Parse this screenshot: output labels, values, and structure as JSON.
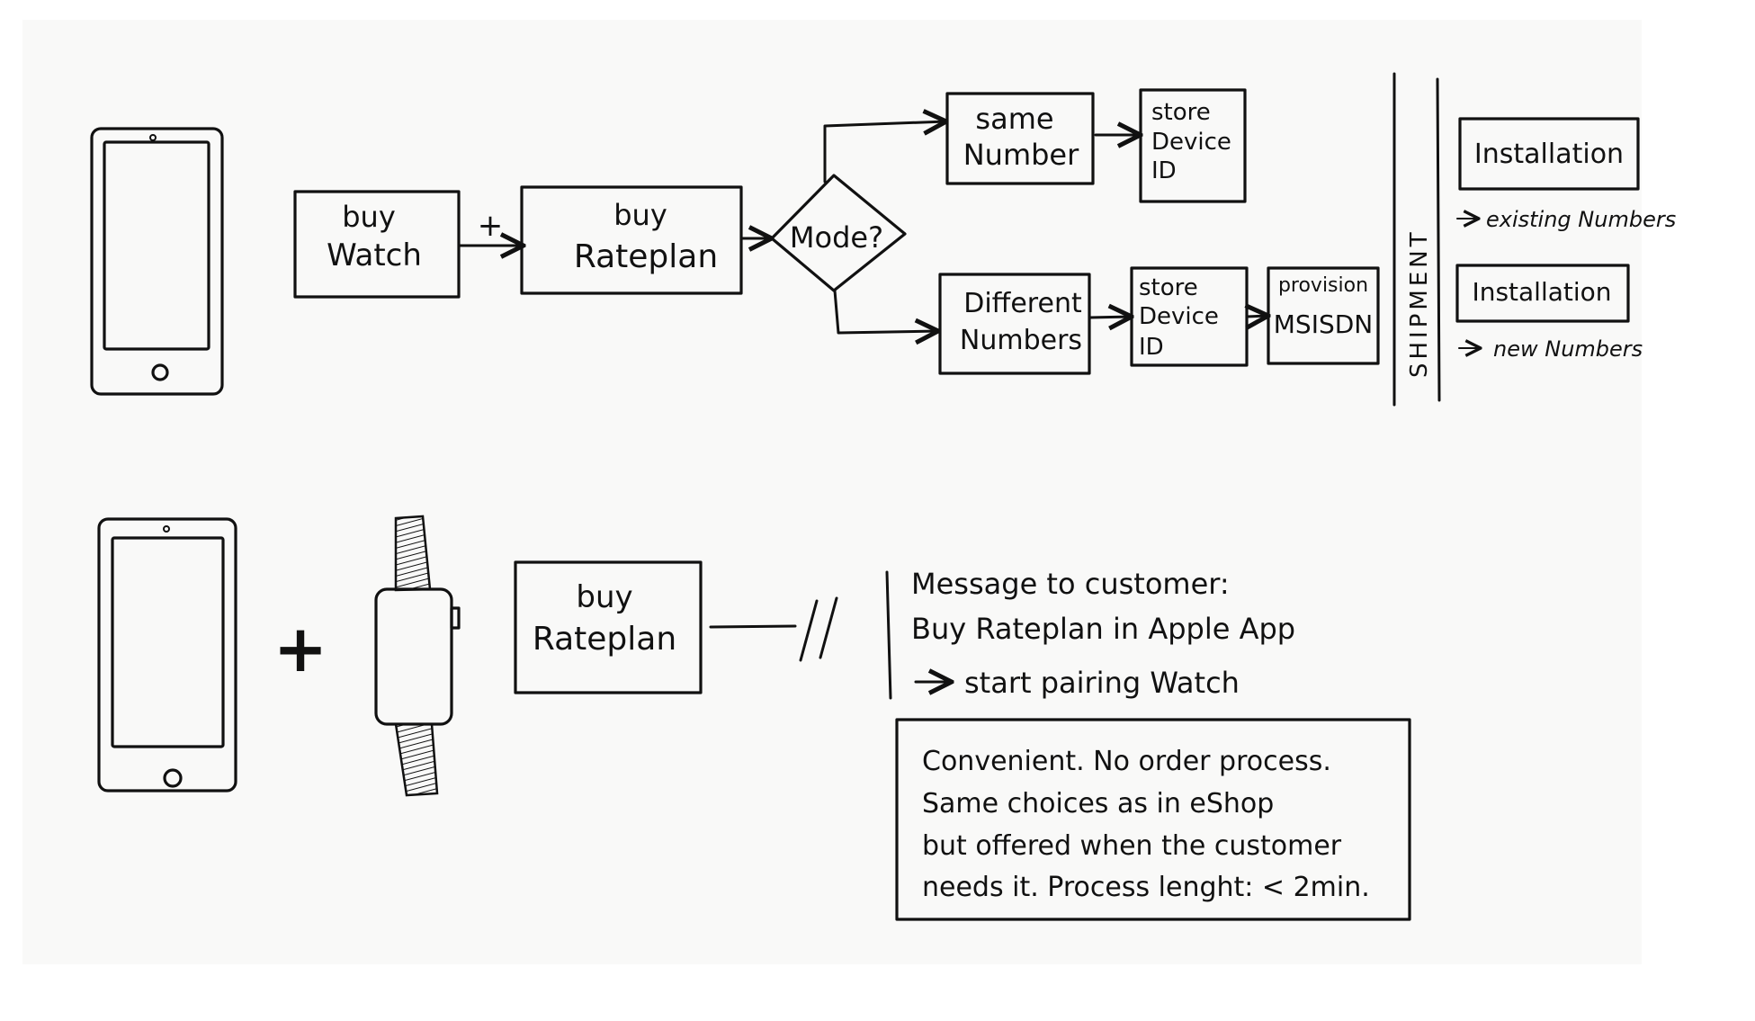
{
  "diagram": {
    "flow_top": {
      "buy_watch": [
        "buy",
        "Watch"
      ],
      "plus": "+",
      "buy_rateplan": [
        "buy",
        "Rateplan"
      ],
      "mode": "Mode?",
      "same_number": [
        "same",
        "Number"
      ],
      "store_device_id_1": [
        "store",
        "Device",
        "ID"
      ],
      "different_numbers": [
        "Different",
        "Numbers"
      ],
      "store_device_id_2": [
        "store",
        "Device",
        "ID"
      ],
      "provision": [
        "provision",
        "MSISDN"
      ],
      "shipment": "SHIPMENT",
      "installation_1": "Installation",
      "note_existing": "existing Numbers",
      "installation_2": "Installation",
      "note_new": "new Numbers"
    },
    "flow_bottom": {
      "plus": "+",
      "buy_rateplan": [
        "buy",
        "Rateplan"
      ],
      "message_lines": [
        "Message to customer:",
        "Buy Rateplan in Apple App",
        "start pairing Watch"
      ],
      "note_lines": [
        "Convenient. No order process.",
        "Same choices as in eShop",
        "but offered when the customer",
        "needs it. Process lenght: < 2min."
      ]
    }
  }
}
